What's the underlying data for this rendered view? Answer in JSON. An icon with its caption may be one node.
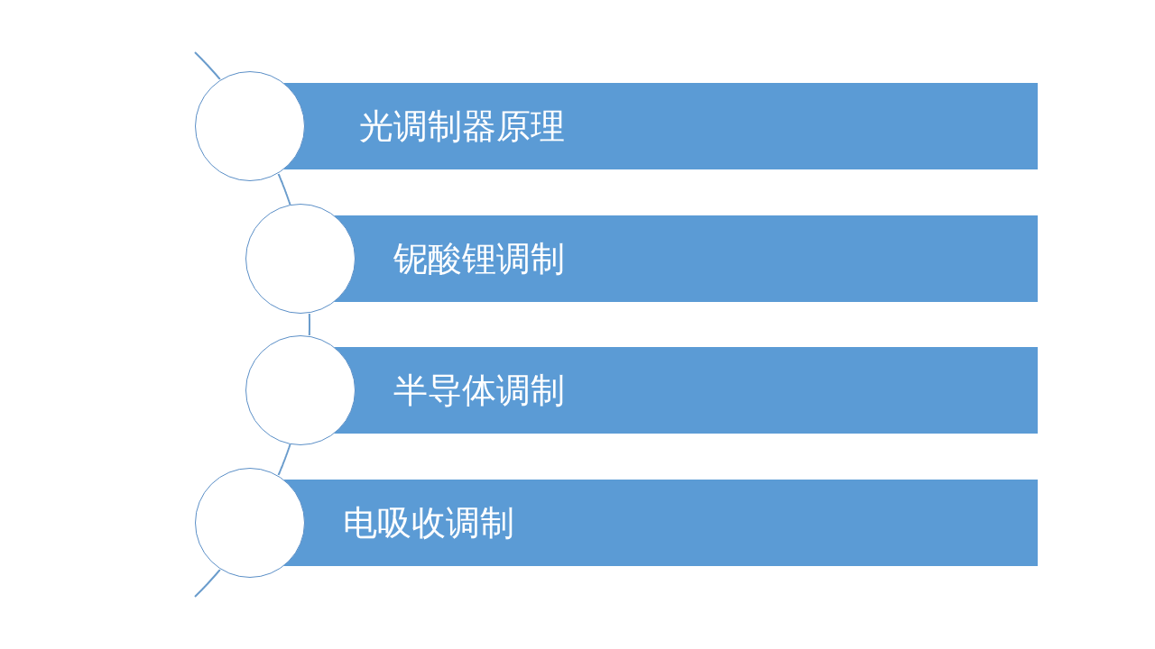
{
  "diagram": {
    "nodes": [
      {
        "text": [],
        "shape": "circle"
      },
      {
        "text": [
          "光调制器原理"
        ]
      },
      {
        "text": [],
        "shape": "circle"
      },
      {
        "text": [
          "铌酸锂调制"
        ]
      },
      {
        "text": [],
        "shape": "circle"
      },
      {
        "text": [
          "半导体调制"
        ]
      },
      {
        "text": [],
        "shape": "circle"
      },
      {
        "text": [
          "电吸收调制"
        ]
      }
    ],
    "edges": [
      {
        "from": 0,
        "to": 2,
        "arrow": "none"
      },
      {
        "from": 2,
        "to": 4,
        "arrow": "none"
      },
      {
        "from": 4,
        "to": 6,
        "arrow": "none"
      }
    ]
  }
}
